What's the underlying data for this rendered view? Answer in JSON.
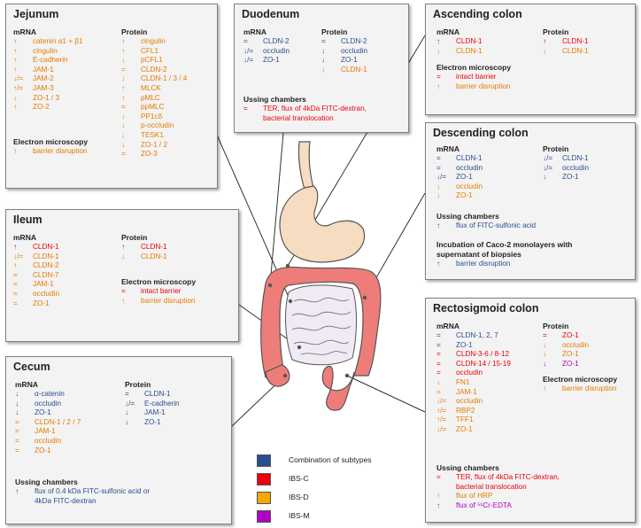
{
  "colors": {
    "IBS-C": "#e8000b",
    "IBS-D": "#e57a00",
    "IBS-M": "#b000c0",
    "combined": "#2a4d8f"
  },
  "legend": [
    {
      "label": "Combination of subtypes",
      "color": "#2a4d8f"
    },
    {
      "label": "IBS-C",
      "color": "#e8000b"
    },
    {
      "label": "IBS-D",
      "color": "#f5a800"
    },
    {
      "label": "IBS-M",
      "color": "#b000c0"
    }
  ],
  "panels": {
    "jejunum": {
      "title": "Jejunum",
      "mrna_head": "mRNA",
      "mrna": [
        {
          "s": "↑",
          "t": "catenin α1 + β1",
          "c": "D"
        },
        {
          "s": "↑",
          "t": "cingulin",
          "c": "D"
        },
        {
          "s": "↑",
          "t": "E-cadherin",
          "c": "D"
        },
        {
          "s": "↑",
          "t": "JAM-1",
          "c": "D"
        },
        {
          "s": "↓/=",
          "t": "JAM-2",
          "c": "D"
        },
        {
          "s": "↑/=",
          "t": "JAM-3",
          "c": "D"
        },
        {
          "s": "↓",
          "t": "ZO-1 / 3",
          "c": "D"
        },
        {
          "s": "↑",
          "t": "ZO-2",
          "c": "D"
        }
      ],
      "protein_head": "Protein",
      "protein": [
        {
          "s": "↑",
          "t": "cingulin",
          "c": "D"
        },
        {
          "s": "↑",
          "t": "CFL1",
          "c": "D"
        },
        {
          "s": "↓",
          "t": "pCFL1",
          "c": "D"
        },
        {
          "s": "=",
          "t": "CLDN-2",
          "c": "D"
        },
        {
          "s": "↓",
          "t": "CLDN-1 / 3 / 4",
          "c": "D"
        },
        {
          "s": "↑",
          "t": "MLCK",
          "c": "D"
        },
        {
          "s": "↑",
          "t": "pMLC",
          "c": "D"
        },
        {
          "s": "=",
          "t": "ppMLC",
          "c": "D"
        },
        {
          "s": "↓",
          "t": "PP1cδ",
          "c": "D"
        },
        {
          "s": "↓",
          "t": "p-occludin",
          "c": "D"
        },
        {
          "s": "↓",
          "t": "TESK1",
          "c": "D"
        },
        {
          "s": "↓",
          "t": "ZO-1 / 2",
          "c": "D"
        },
        {
          "s": "=",
          "t": "ZO-3",
          "c": "D"
        }
      ],
      "em_head": "Electron microscopy",
      "em": [
        {
          "s": "↑",
          "t": "barrier disruption",
          "c": "D"
        }
      ]
    },
    "duodenum": {
      "title": "Duodenum",
      "mrna_head": "mRNA",
      "mrna": [
        {
          "s": "=",
          "t": "CLDN-2",
          "c": "K"
        },
        {
          "s": "↓/=",
          "t": "occludin",
          "c": "K"
        },
        {
          "s": "↓/=",
          "t": "ZO-1",
          "c": "K"
        }
      ],
      "protein_head": "Protein",
      "protein": [
        {
          "s": "=",
          "t": "CLDN-2",
          "c": "K"
        },
        {
          "s": "↓",
          "t": "occludin",
          "c": "K"
        },
        {
          "s": "↓",
          "t": "ZO-1",
          "c": "K"
        },
        {
          "s": "↓",
          "t": "CLDN-1",
          "c": "D"
        }
      ],
      "uc_head": "Ussing chambers",
      "uc": [
        {
          "s": "=",
          "t": "TER, flux of 4kDa FITC-dextran,",
          "t2": "bacterial translocation",
          "c": "C"
        }
      ]
    },
    "ascending": {
      "title": "Ascending colon",
      "mrna_head": "mRNA",
      "mrna": [
        {
          "s": "↑",
          "t": "CLDN-1",
          "c": "C"
        },
        {
          "s": "↓",
          "t": "CLDN-1",
          "c": "D"
        }
      ],
      "protein_head": "Protein",
      "protein": [
        {
          "s": "↑",
          "t": "CLDN-1",
          "c": "C"
        },
        {
          "s": "↓",
          "t": "CLDN-1",
          "c": "D"
        }
      ],
      "em_head": "Electron microscopy",
      "em": [
        {
          "s": "=",
          "t": "intact barrier",
          "c": "C"
        },
        {
          "s": "↑",
          "t": "barrier disruption",
          "c": "D"
        }
      ]
    },
    "descending": {
      "title": "Descending colon",
      "mrna_head": "mRNA",
      "mrna": [
        {
          "s": "=",
          "t": "CLDN-1",
          "c": "K"
        },
        {
          "s": "=",
          "t": "occludin",
          "c": "K"
        },
        {
          "s": "↓/=",
          "t": "ZO-1",
          "c": "K"
        },
        {
          "s": "↓",
          "t": "occludin",
          "c": "D"
        },
        {
          "s": "↓",
          "t": "ZO-1",
          "c": "D"
        }
      ],
      "protein_head": "Protein",
      "protein": [
        {
          "s": "↓/=",
          "t": "CLDN-1",
          "c": "K"
        },
        {
          "s": "↓/=",
          "t": "occludin",
          "c": "K"
        },
        {
          "s": "↓",
          "t": "ZO-1",
          "c": "K"
        }
      ],
      "uc_head": "Ussing chambers",
      "uc": [
        {
          "s": "↑",
          "t": "flux of FITC-sulfonic acid",
          "c": "K"
        }
      ],
      "caco_head": "Incubation of Caco-2 monolayers with supernatant of biopsies",
      "caco": [
        {
          "s": "↑",
          "t": "barrier disruption",
          "c": "K"
        }
      ]
    },
    "ileum": {
      "title": "Ileum",
      "mrna_head": "mRNA",
      "mrna": [
        {
          "s": "↑",
          "t": "CLDN-1",
          "c": "C"
        },
        {
          "s": "↓/=",
          "t": "CLDN-1",
          "c": "D"
        },
        {
          "s": "↑",
          "t": "CLDN-2",
          "c": "D"
        },
        {
          "s": "=",
          "t": "CLDN-7",
          "c": "D"
        },
        {
          "s": "=",
          "t": "JAM-1",
          "c": "D"
        },
        {
          "s": "=",
          "t": "occludin",
          "c": "D"
        },
        {
          "s": "=",
          "t": "ZO-1",
          "c": "D"
        }
      ],
      "protein_head": "Protein",
      "protein": [
        {
          "s": "↑",
          "t": "CLDN-1",
          "c": "C"
        },
        {
          "s": "↓",
          "t": "CLDN-1",
          "c": "D"
        }
      ],
      "em_head": "Electron microscopy",
      "em": [
        {
          "s": "=",
          "t": "intact barrier",
          "c": "C"
        },
        {
          "s": "↑",
          "t": "barrier disruption",
          "c": "D"
        }
      ]
    },
    "cecum": {
      "title": "Cecum",
      "mrna_head": "mRNA",
      "mrna": [
        {
          "s": "↓",
          "t": "α-catenin",
          "c": "K"
        },
        {
          "s": "↓",
          "t": "occludin",
          "c": "K"
        },
        {
          "s": "↓",
          "t": "ZO-1",
          "c": "K"
        },
        {
          "s": "=",
          "t": "CLDN-1 / 2 / 7",
          "c": "D"
        },
        {
          "s": "=",
          "t": "JAM-1",
          "c": "D"
        },
        {
          "s": "=",
          "t": "occludin",
          "c": "D"
        },
        {
          "s": "=",
          "t": "ZO-1",
          "c": "D"
        }
      ],
      "protein_head": "Protein",
      "protein": [
        {
          "s": "=",
          "t": "CLDN-1",
          "c": "K"
        },
        {
          "s": "↓/=",
          "t": "E-cadherin",
          "c": "K"
        },
        {
          "s": "↓",
          "t": "JAM-1",
          "c": "K"
        },
        {
          "s": "↓",
          "t": "ZO-1",
          "c": "K"
        }
      ],
      "uc_head": "Ussing chambers",
      "uc": [
        {
          "s": "↑",
          "t": "flux of 0.4 kDa FITC-sulfonic acid or",
          "t2": "4kDa FITC-dextran",
          "c": "K"
        }
      ]
    },
    "rectosigmoid": {
      "title": "Rectosigmoid colon",
      "mrna_head": "mRNA",
      "mrna": [
        {
          "s": "=",
          "t": "CLDN-1, 2, 7",
          "c": "K"
        },
        {
          "s": "=",
          "t": "ZO-1",
          "c": "K"
        },
        {
          "s": "=",
          "t": "CLDN-3-6 / 8-12",
          "c": "C"
        },
        {
          "s": "=",
          "t": "CLDN-14 / 15-19",
          "c": "C"
        },
        {
          "s": "=",
          "t": "occludin",
          "c": "C"
        },
        {
          "s": "↓",
          "t": "FN1",
          "c": "D"
        },
        {
          "s": "=",
          "t": "JAM-1",
          "c": "D"
        },
        {
          "s": "↓/=",
          "t": "occludin",
          "c": "D"
        },
        {
          "s": "↑/=",
          "t": "RBP2",
          "c": "D"
        },
        {
          "s": "↑/=",
          "t": "TFF1",
          "c": "D"
        },
        {
          "s": "↓/=",
          "t": "ZO-1",
          "c": "D"
        }
      ],
      "protein_head": "Protein",
      "protein": [
        {
          "s": "=",
          "t": "ZO-1",
          "c": "C"
        },
        {
          "s": "↓",
          "t": "occludin",
          "c": "D"
        },
        {
          "s": "↓",
          "t": "ZO-1",
          "c": "D"
        },
        {
          "s": "↓",
          "t": "ZO-1",
          "c": "M"
        }
      ],
      "em_head": "Electron microscopy",
      "em": [
        {
          "s": "↑",
          "t": "barrier disruption",
          "c": "D"
        }
      ],
      "uc_head": "Ussing chambers",
      "uc": [
        {
          "s": "=",
          "t": "TER, flux of 4kDa FITC-dextran,",
          "t2": "bacterial translocation",
          "c": "C"
        },
        {
          "s": "↑",
          "t": "flux of HRP",
          "c": "D"
        },
        {
          "s": "↑",
          "t": "flux of ⁵¹Cr-EDTA",
          "c": "M"
        }
      ]
    }
  }
}
